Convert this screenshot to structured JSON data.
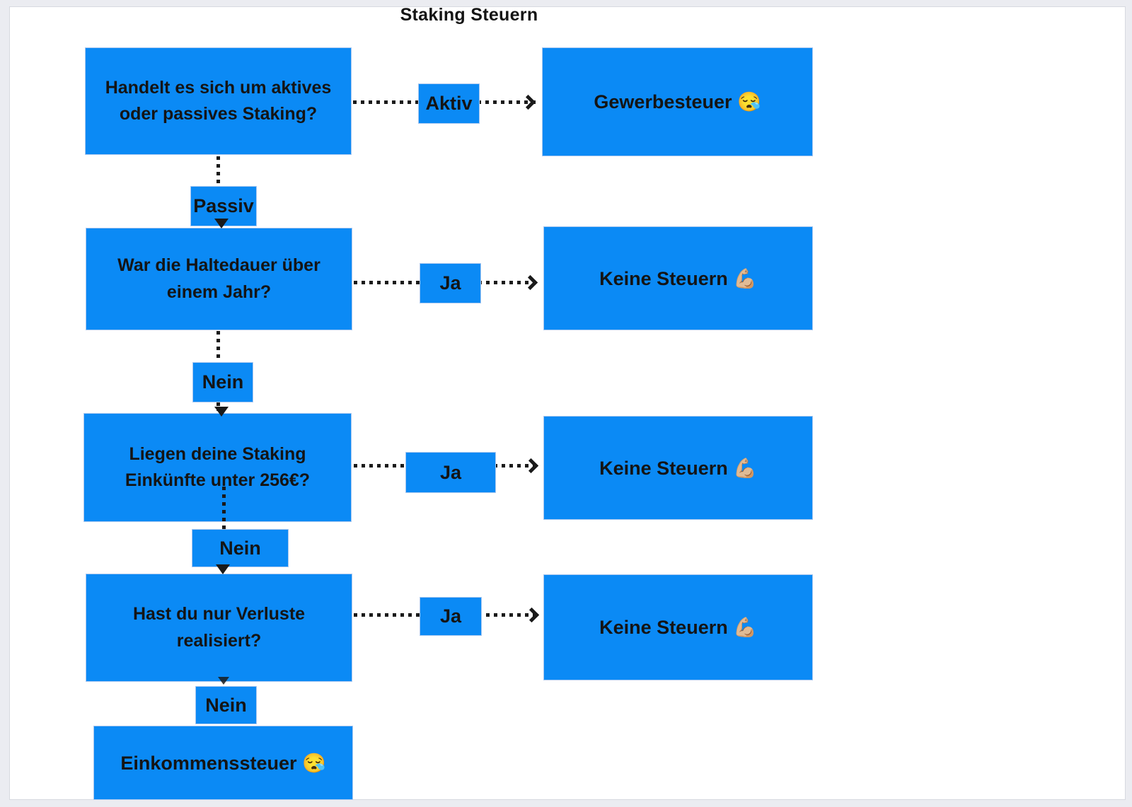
{
  "title": "Staking Steuern",
  "nodes": {
    "q1": {
      "text": "Handelt es sich um aktives oder passives Staking?",
      "type": "question"
    },
    "q2": {
      "text": "War die Haltedauer über einem Jahr?",
      "type": "question"
    },
    "q3": {
      "text": "Liegen deine Staking Einkünfte unter 256€?",
      "type": "question"
    },
    "q4": {
      "text": "Hast du nur Verluste realisiert?",
      "type": "question"
    },
    "r1": {
      "text": "Gewerbesteuer 😪",
      "type": "result"
    },
    "r2": {
      "text": "Keine Steuern 💪🏼",
      "type": "result"
    },
    "r3": {
      "text": "Keine Steuern 💪🏼",
      "type": "result"
    },
    "r4": {
      "text": "Keine Steuern 💪🏼",
      "type": "result"
    },
    "end": {
      "text": "Einkommenssteuer 😪",
      "type": "result"
    }
  },
  "edges": [
    {
      "from": "q1",
      "label": "Aktiv",
      "to": "r1"
    },
    {
      "from": "q1",
      "label": "Passiv",
      "to": "q2"
    },
    {
      "from": "q2",
      "label": "Ja",
      "to": "r2"
    },
    {
      "from": "q2",
      "label": "Nein",
      "to": "q3"
    },
    {
      "from": "q3",
      "label": "Ja",
      "to": "r3"
    },
    {
      "from": "q3",
      "label": "Nein",
      "to": "q4"
    },
    {
      "from": "q4",
      "label": "Ja",
      "to": "r4"
    },
    {
      "from": "q4",
      "label": "Nein",
      "to": "end"
    }
  ],
  "colors": {
    "box_fill": "#0b8af5",
    "box_border": "#a9c7ef",
    "text": "#141414",
    "connector": "#1a1a1a",
    "canvas_bg": "#ebecf1",
    "page_bg": "#ffffff",
    "page_border": "#d7d9e0"
  }
}
